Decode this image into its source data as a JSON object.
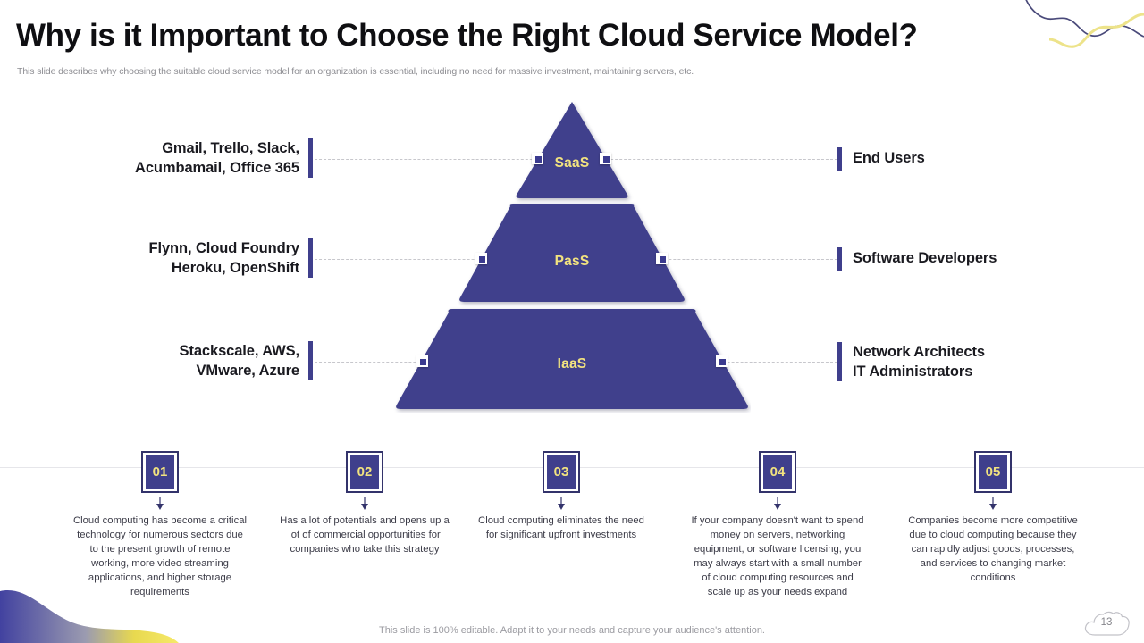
{
  "header": {
    "title": "Why is it Important to Choose the Right Cloud Service Model?",
    "subtitle": "This slide describes why choosing the suitable cloud service model for an organization is essential, including no need for massive investment, maintaining servers, etc."
  },
  "pyramid": {
    "layers": [
      {
        "id": "saas",
        "label": "SaaS",
        "left_text_line1": "Gmail, Trello, Slack,",
        "left_text_line2": "Acumbamail, Office 365",
        "right_text_line1": "End Users",
        "right_text_line2": ""
      },
      {
        "id": "paas",
        "label": "PasS",
        "left_text_line1": "Flynn, Cloud Foundry",
        "left_text_line2": "Heroku, OpenShift",
        "right_text_line1": "Software Developers",
        "right_text_line2": ""
      },
      {
        "id": "iaas",
        "label": "IaaS",
        "left_text_line1": "Stackscale, AWS,",
        "left_text_line2": "VMware, Azure",
        "right_text_line1": "Network Architects",
        "right_text_line2": "IT Administrators"
      }
    ],
    "fill_color": "#3f3f8c",
    "label_color": "#f2e37f"
  },
  "points": [
    {
      "number": "01",
      "text": "Cloud computing has become a critical technology for numerous sectors due to the present growth of remote working, more video streaming applications, and higher storage requirements"
    },
    {
      "number": "02",
      "text": "Has a lot of potentials and opens up a lot of commercial opportunities for companies who take this strategy"
    },
    {
      "number": "03",
      "text": "Cloud computing eliminates the need for significant upfront investments"
    },
    {
      "number": "04",
      "text": "If your company doesn't want to spend money on servers, networking equipment, or software licensing, you may always start with a small number of cloud computing resources and scale up as your needs expand"
    },
    {
      "number": "05",
      "text": "Companies become more competitive due to cloud computing because they can rapidly adjust goods, processes, and services to changing market conditions"
    }
  ],
  "footer": {
    "note": "This slide is 100% editable. Adapt it to your needs and capture your audience's attention.",
    "page_number": "13"
  },
  "colors": {
    "accent_blue": "#3f3f8c",
    "accent_yellow": "#f2e37f",
    "badge_border": "#33336b",
    "text_dark": "#1a1a20",
    "text_muted": "#8e8e93"
  }
}
